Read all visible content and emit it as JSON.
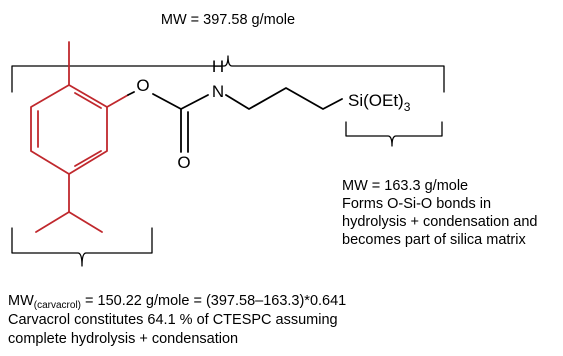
{
  "colors": {
    "carvacrol": "#c0282d",
    "line": "#000000",
    "background": "#ffffff"
  },
  "top_label": {
    "text": "MW = 397.58 g/mole"
  },
  "atoms": {
    "ester_oxygen": "O",
    "amide_hydrogen": "H",
    "amide_nitrogen": "N",
    "carbonyl_oxygen": "O",
    "silyl_group": {
      "base": "Si(OEt)",
      "subscript": "3"
    }
  },
  "silyl_note": {
    "lines": [
      "MW = 163.3 g/mole",
      "Forms O-Si-O bonds in",
      "hydrolysis + condensation and",
      "becomes part of silica matrix"
    ]
  },
  "carvacrol_note": {
    "line1_prefix": "MW",
    "line1_subscript": "(carvacrol)",
    "line1_suffix": " = 150.22 g/mole = (397.58–163.3)*0.641",
    "line2": "Carvacrol constitutes 64.1 % of CTESPC assuming",
    "line3": "complete hydrolysis + condensation"
  }
}
